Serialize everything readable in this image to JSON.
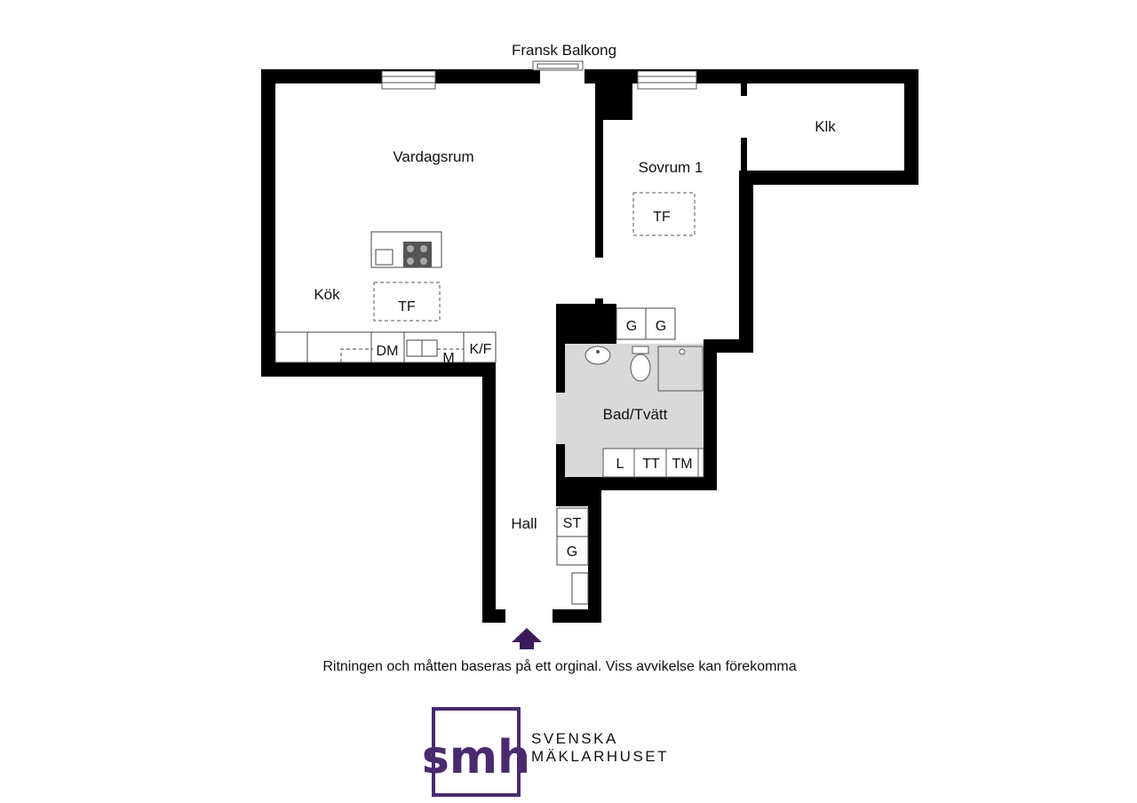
{
  "rooms": {
    "vardagsrum": "Vardagsrum",
    "kok": "Kök",
    "sovrum": "Sovrum 1",
    "klk": "Klk",
    "bad": "Bad/Tvätt",
    "hall": "Hall",
    "balkong": "Fransk Balkong"
  },
  "fixtures": {
    "tf_kitchen": "TF",
    "tf_bedroom": "TF",
    "dm": "DM",
    "m": "M",
    "kf": "K/F",
    "g1": "G",
    "g2": "G",
    "l": "L",
    "tt": "TT",
    "tm": "TM",
    "st": "ST",
    "g_hall": "G"
  },
  "disclaimer": "Ritningen och måtten baseras på ett orginal. Viss avvikelse kan förekomma",
  "logo": {
    "mark": "smh",
    "line1": "SVENSKA",
    "line2": "MÄKLARHUSET",
    "color": "#4a2a6e"
  },
  "entrance_arrow_color": "#3d1a5c"
}
